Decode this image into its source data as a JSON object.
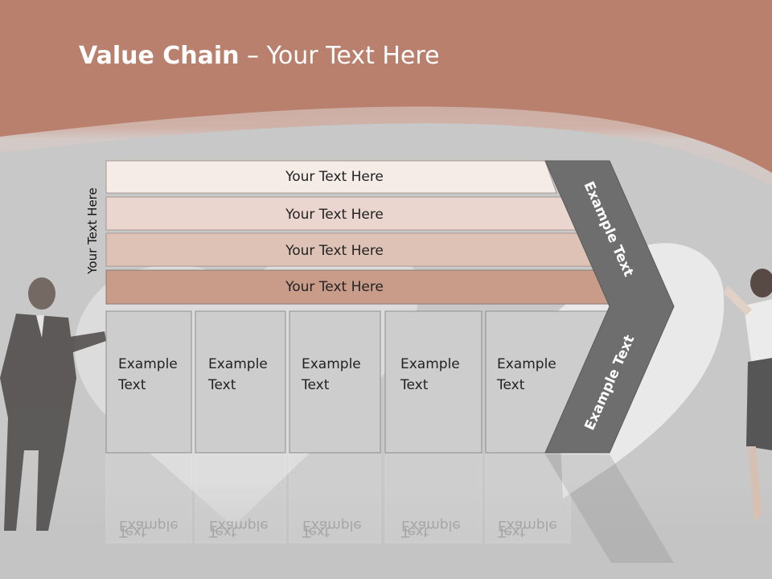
{
  "title": {
    "bold": "Value Chain",
    "rest": " – Your Text Here"
  },
  "vertical_label": "Your Text Here",
  "rows": [
    "Your Text Here",
    "Your Text Here",
    "Your Text Here",
    "Your Text Here"
  ],
  "columns": [
    {
      "line1": "Example",
      "line2": "Text"
    },
    {
      "line1": "Example",
      "line2": "Text"
    },
    {
      "line1": "Example",
      "line2": "Text"
    },
    {
      "line1": "Example",
      "line2": "Text"
    },
    {
      "line1": "Example",
      "line2": "Text"
    }
  ],
  "chevron": {
    "upper": "Example Text",
    "lower": "Example Text"
  },
  "colors": {
    "header": "#b98674",
    "row1": "#f5ece8",
    "row2": "#ead6ce",
    "row3": "#dfc2b6",
    "row4": "#c99b89",
    "column": "#cdcdcd",
    "chevron": "#6e6e6e"
  }
}
